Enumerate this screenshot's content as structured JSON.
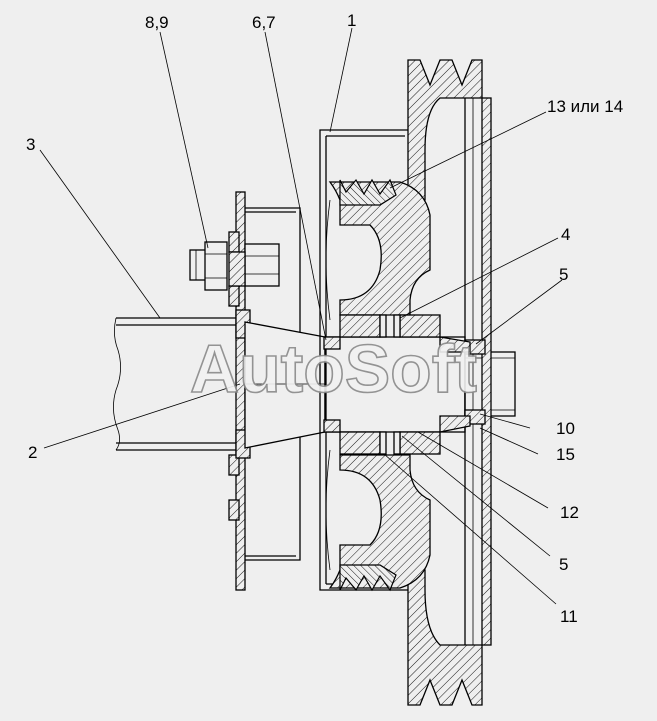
{
  "diagram": {
    "watermark": "AutoSoft",
    "callouts": [
      {
        "id": "c-8-9",
        "label": "8,9"
      },
      {
        "id": "c-6-7",
        "label": "6,7"
      },
      {
        "id": "c-1",
        "label": "1"
      },
      {
        "id": "c-13-14",
        "label": "13 или 14"
      },
      {
        "id": "c-3",
        "label": "3"
      },
      {
        "id": "c-4",
        "label": "4"
      },
      {
        "id": "c-5a",
        "label": "5"
      },
      {
        "id": "c-2",
        "label": "2"
      },
      {
        "id": "c-10",
        "label": "10"
      },
      {
        "id": "c-15",
        "label": "15"
      },
      {
        "id": "c-12",
        "label": "12"
      },
      {
        "id": "c-5b",
        "label": "5"
      },
      {
        "id": "c-11",
        "label": "11"
      }
    ]
  }
}
